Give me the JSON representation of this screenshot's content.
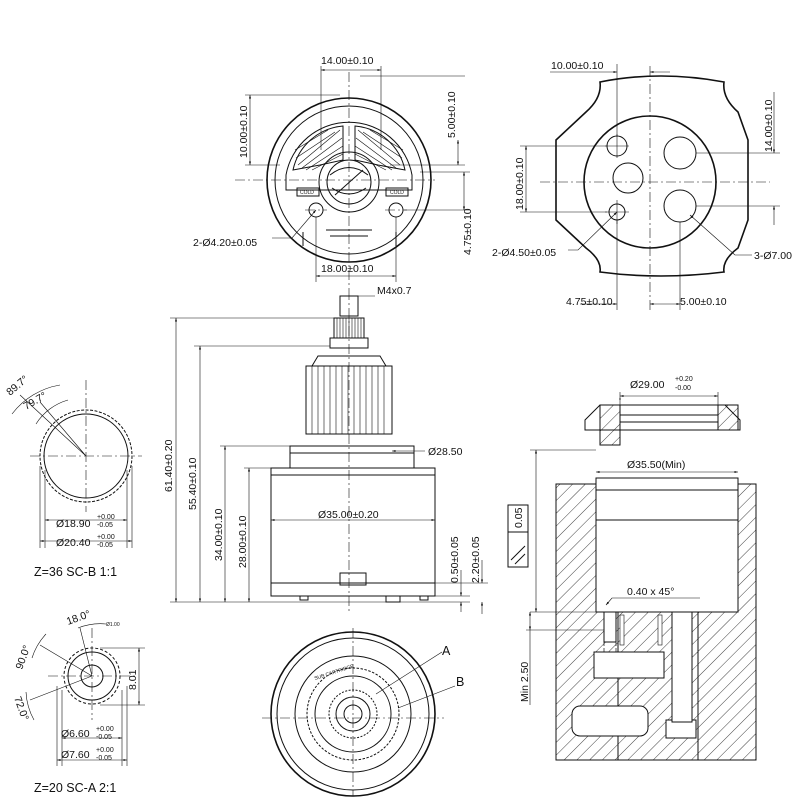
{
  "top_left_view": {
    "width_top": "14.00±0.10",
    "height_left": "10.00±0.10",
    "offset_right": "5.00±0.10",
    "holes": "2-Ø4.20±0.05",
    "width_bottom": "18.00±0.10",
    "offset_bottom": "4.75±0.10"
  },
  "top_right_view": {
    "offset_top": "10.00±0.10",
    "height_right": "14.00±0.10",
    "height_left": "18.00±0.10",
    "holes_small": "2-Ø4.50±0.05",
    "holes_large": "3-Ø7.00",
    "offset_bottom_left": "4.75±0.10",
    "offset_bottom_right": "5.00±0.10"
  },
  "spline_large": {
    "angle_outer": "89.7°",
    "angle_inner": "79.7°",
    "dia_minor_base": "Ø18.90",
    "dia_minor_tol_up": "+0.00",
    "dia_minor_tol_low": "-0.05",
    "dia_major_base": "Ø20.40",
    "dia_major_tol_up": "+0.00",
    "dia_major_tol_low": "-0.05",
    "caption": "Z=36  SC-B 1:1"
  },
  "spline_small": {
    "angle_top": "18.0°",
    "angle_left": "90.0°",
    "angle_bottom": "72.0°",
    "radius_note": "Ø1.00",
    "height": "8.01",
    "dia_inner_base": "Ø6.60",
    "dia_inner_tol_up": "+0.00",
    "dia_inner_tol_low": "-0.05",
    "dia_outer_base": "Ø7.60",
    "dia_outer_tol_up": "+0.00",
    "dia_outer_tol_low": "-0.05",
    "caption": "Z=20  SC-A 2:1"
  },
  "side_view": {
    "thread": "M4x0.7",
    "dia_cap": "Ø28.50",
    "dia_body": "Ø35.00±0.20",
    "h_total": "61.40±0.20",
    "h_stem": "55.40±0.10",
    "h_body": "34.00±0.10",
    "h_base": "28.00±0.10",
    "h_seal1": "0.50±0.05",
    "h_seal2": "2.20±0.05"
  },
  "bottom_view": {
    "label_a": "A",
    "label_b": "B",
    "engraving": "SUB CARTRIDGE"
  },
  "section_view": {
    "dia_top_base": "Ø29.00",
    "dia_top_tol_up": "+0.20",
    "dia_top_tol_low": "-0.00",
    "dia_bore": "Ø35.50(Min)",
    "flatness": "0.05",
    "chamfer": "0.40 x 45°",
    "depth_min": "Min 2.50"
  }
}
